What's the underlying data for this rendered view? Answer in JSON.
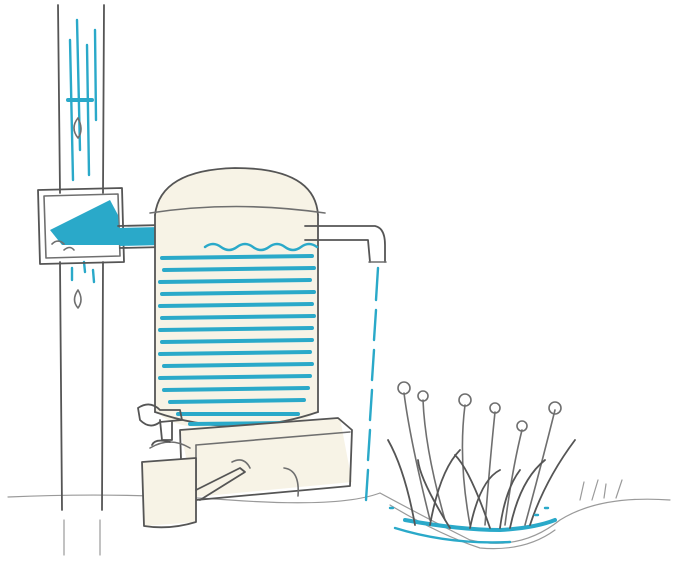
{
  "illustration": {
    "style": "hand-drawn pencil and blue marker sketch",
    "colors": {
      "water": "#2aa9c9",
      "pencil": "#6f6f6f",
      "paper": "#ffffff",
      "barrel_tint": "#f7f3e6"
    },
    "objects": [
      "downspout-pipe",
      "rain-diverter",
      "rain-barrel",
      "spigot",
      "overflow-spout",
      "stand-block",
      "watering-can",
      "rain-garden-plants",
      "ground-line"
    ]
  }
}
